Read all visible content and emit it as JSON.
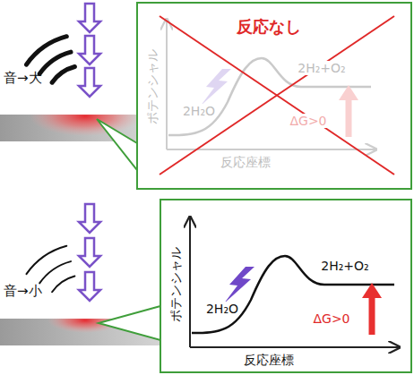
{
  "diagram": {
    "nodes": [
      {
        "text": [
          "反応なし",
          "ポテンシャル",
          "2H₂O",
          "2H₂+O₂",
          "ΔG>0",
          "反応座標"
        ]
      },
      {
        "text": [
          "ポテンシャル",
          "2H₂O",
          "2H₂+O₂",
          "ΔG>0",
          "反応座標"
        ]
      }
    ],
    "labels": [
      "音→大",
      "音→小"
    ]
  }
}
